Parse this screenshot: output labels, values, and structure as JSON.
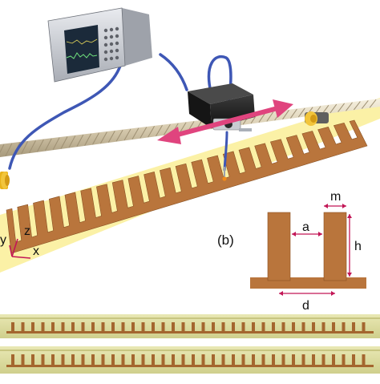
{
  "labels": {
    "axis_z": "z",
    "axis_y": "y",
    "axis_x": "x",
    "panel_b": "(b)",
    "dim_a": "a",
    "dim_m": "m",
    "dim_h": "h",
    "dim_d": "d"
  },
  "colors": {
    "substrate": "#fbf1a6",
    "metal": "#b9753c",
    "metal_dark": "#8a5224",
    "dimension": "#c21656",
    "arrow": "#e0447e",
    "cable": "#3e57b5",
    "strip_bg": "#dfe0a0"
  },
  "icons": {
    "instrument": "signal-analyzer-icon",
    "stage": "translation-stage-icon",
    "probe": "probe-icon",
    "rope": "rope-icon",
    "arrow": "double-arrow-icon"
  },
  "structure": {
    "main_grooves": 22,
    "photo_teeth": 36
  }
}
